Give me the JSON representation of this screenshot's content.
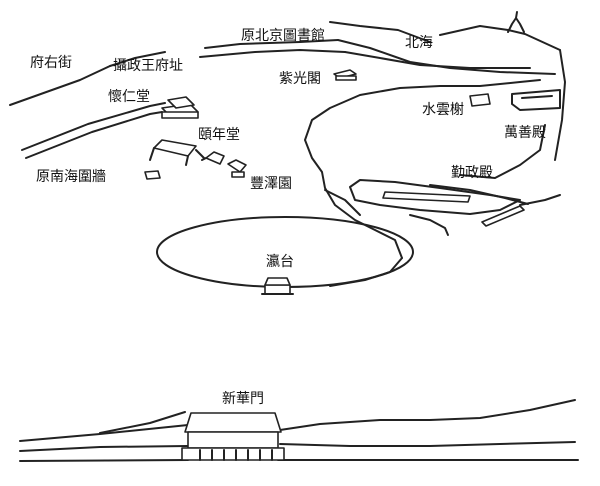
{
  "labels": {
    "fuyoujie": "府右街",
    "yuanbeijing_library": "原北京圖書館",
    "beihai": "北海",
    "shezheng_wangfu": "攝政王府址",
    "ziguangge": "紫光閣",
    "huairentang": "懷仁堂",
    "shuiyunxie": "水雲榭",
    "wanshandian": "萬善殿",
    "yiniantang": "頤年堂",
    "yuan_nanhai_wall": "原南海圍牆",
    "fengzeyuan": "豐澤園",
    "qinzhengdian": "勤政殿",
    "yingtai": "瀛台",
    "xinhuamen": "新華門"
  }
}
